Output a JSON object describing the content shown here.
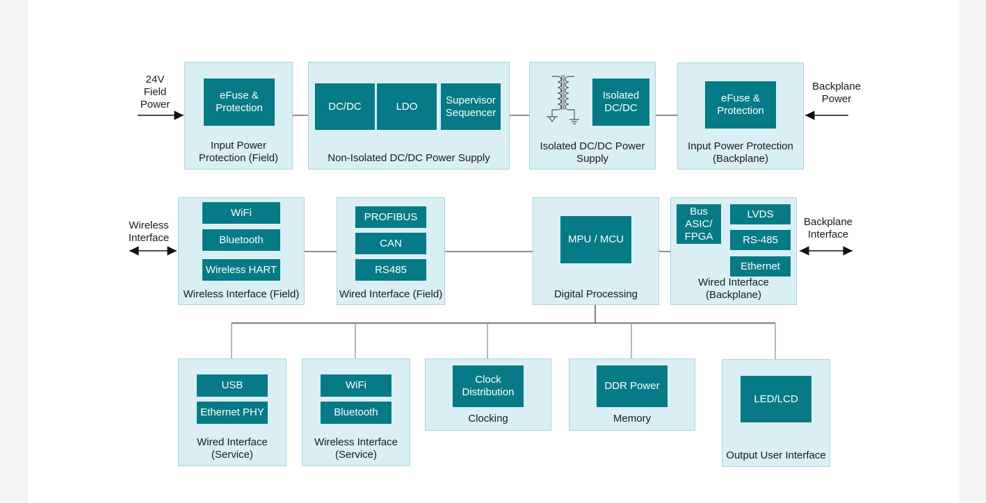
{
  "external": {
    "field_power": "24V\nField\nPower",
    "backplane_power": "Backplane\nPower",
    "wireless_interface": "Wireless\nInterface",
    "backplane_interface": "Backplane\nInterface"
  },
  "row1": {
    "input_field": {
      "block": "eFuse &\nProtection",
      "caption": "Input Power\nProtection (Field)"
    },
    "nonisolated": {
      "dcdc": "DC/DC",
      "ldo": "LDO",
      "supervisor": "Supervisor\nSequencer",
      "caption": "Non-Isolated DC/DC Power Supply"
    },
    "isolated": {
      "block": "Isolated\nDC/DC",
      "caption": "Isolated DC/DC Power\nSupply"
    },
    "input_backplane": {
      "block": "eFuse &\nProtection",
      "caption": "Input Power Protection\n(Backplane)"
    }
  },
  "row2": {
    "wireless_field": {
      "wifi": "WiFi",
      "bluetooth": "Bluetooth",
      "hart": "Wireless HART",
      "caption": "Wireless Interface (Field)"
    },
    "wired_field": {
      "profibus": "PROFIBUS",
      "can": "CAN",
      "rs485": "RS485",
      "caption": "Wired Interface (Field)"
    },
    "digital": {
      "block": "MPU / MCU",
      "caption": "Digital Processing"
    },
    "wired_backplane": {
      "asic": "Bus\nASIC/\nFPGA",
      "lvds": "LVDS",
      "rs485": "RS-485",
      "ethernet": "Ethernet",
      "caption": "Wired Interface\n(Backplane)"
    }
  },
  "row3": {
    "wired_service": {
      "usb": "USB",
      "eth_phy": "Ethernet PHY",
      "caption": "Wired Interface\n(Service)"
    },
    "wireless_service": {
      "wifi": "WiFi",
      "bluetooth": "Bluetooth",
      "caption": "Wireless Interface\n(Service)"
    },
    "clocking": {
      "block": "Clock\nDistribution",
      "caption": "Clocking"
    },
    "memory": {
      "block": "DDR Power",
      "caption": "Memory"
    },
    "output_ui": {
      "block": "LED/LCD",
      "caption": "Output User Interface"
    }
  },
  "colors": {
    "group_fill": "#d9eff4",
    "block_fill": "#067a86",
    "line": "#555555"
  }
}
